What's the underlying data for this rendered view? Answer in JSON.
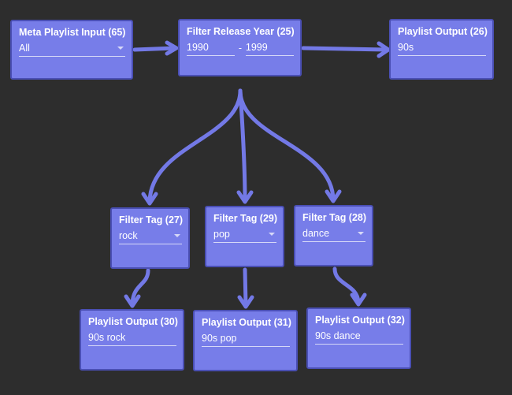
{
  "nodes": {
    "meta_input": {
      "title": "Meta Playlist Input (65)",
      "value": "All"
    },
    "filter_year": {
      "title": "Filter Release Year (25)",
      "from": "1990",
      "separator": "-",
      "to": "1999"
    },
    "output_26": {
      "title": "Playlist Output (26)",
      "value": "90s"
    },
    "tag_27": {
      "title": "Filter Tag (27)",
      "value": "rock"
    },
    "tag_29": {
      "title": "Filter Tag (29)",
      "value": "pop"
    },
    "tag_28": {
      "title": "Filter Tag (28)",
      "value": "dance"
    },
    "output_30": {
      "title": "Playlist Output (30)",
      "value": "90s rock"
    },
    "output_31": {
      "title": "Playlist Output (31)",
      "value": "90s pop"
    },
    "output_32": {
      "title": "Playlist Output (32)",
      "value": "90s dance"
    }
  },
  "colors": {
    "background": "#2d2d2d",
    "node_fill": "#777de9",
    "node_border": "#4a4fb4",
    "edge": "#7379e6",
    "text": "#ffffff"
  },
  "icons": {
    "select_caret": "chevron-down-icon"
  }
}
